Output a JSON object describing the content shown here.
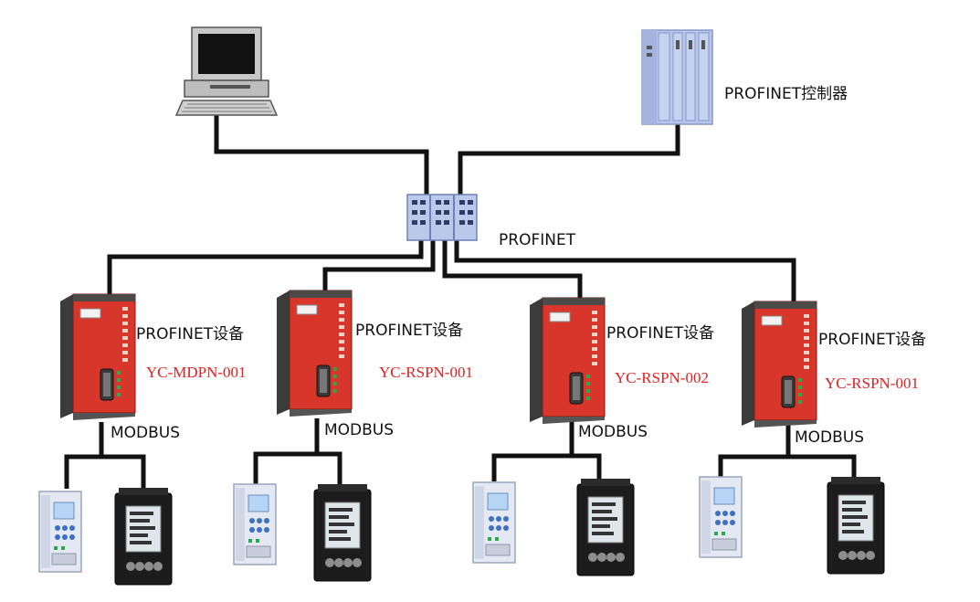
{
  "controller": {
    "label": "PROFINET控制器",
    "icon": "plc-controller-icon"
  },
  "pc": {
    "icon": "desktop-computer-icon"
  },
  "switch": {
    "label": "PROFINET",
    "icon": "network-switch-icon"
  },
  "gateways": [
    {
      "device_label": "PROFINET设备",
      "model": "YC-MDPN-001",
      "bus_label": "MODBUS"
    },
    {
      "device_label": "PROFINET设备",
      "model": "YC-RSPN-001",
      "bus_label": "MODBUS"
    },
    {
      "device_label": "PROFINET设备",
      "model": "YC-RSPN-002",
      "bus_label": "MODBUS"
    },
    {
      "device_label": "PROFINET设备",
      "model": "YC-RSPN-001",
      "bus_label": "MODBUS"
    }
  ],
  "colors": {
    "gateway_red": "#d9362b",
    "gateway_dark": "#3b3b3b",
    "model_text": "#e02020",
    "plc_blue": "#b7c6ea",
    "line": "#111111"
  }
}
